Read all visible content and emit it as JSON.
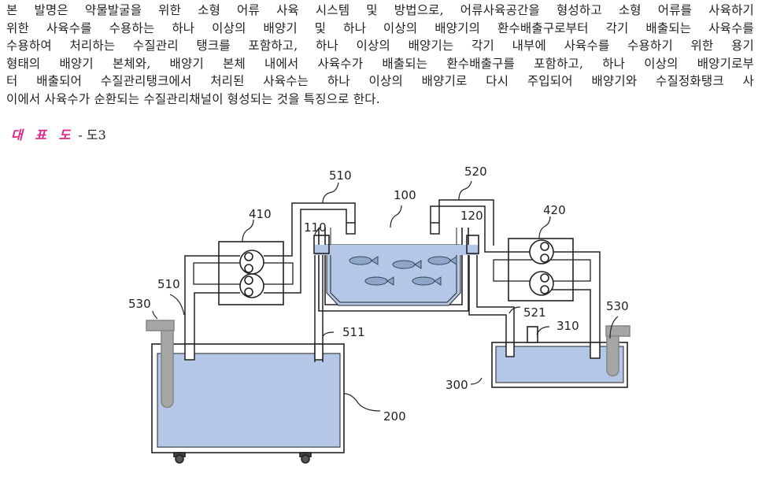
{
  "abstract_lines": [
    "본 발명은 약물발굴을 위한 소형 어류 사육 시스템 및 방법으로, 어류사육공간을 형성하고 소형 어류를 사육하기",
    "위한 사육수를 수용하는 하나 이상의 배양기 및 하나 이상의 배양기의 환수배출구로부터 각기 배출되는 사육수를",
    "수용하여 처리하는 수질관리 탱크를 포함하고, 하나 이상의 배양기는 각기 내부에 사육수를 수용하기 위한 용기",
    "형태의 배양기 본체와, 배양기 본체 내에서 사육수가 배출되는 환수배출구를 포함하고, 하나 이상의 배양기로부",
    "터 배출되어 수질관리탱크에서 처리된 사육수는 하나 이상의 배양기로 다시 주입되어 배양기와 수질정화탱크 사",
    "이에서 사육수가 순환되는 수질관리채널이 형성되는 것을 특징으로 한다."
  ],
  "representative": {
    "label": "대 표 도",
    "separator": " - ",
    "figure": "도3"
  },
  "diagram": {
    "labels": {
      "l510_top": "510",
      "l410": "410",
      "l110": "110",
      "l100": "100",
      "l520": "520",
      "l120": "120",
      "l420": "420",
      "l510_left": "510",
      "l530_left": "530",
      "l511": "511",
      "l521": "521",
      "l310": "310",
      "l530_right": "530",
      "l300": "300",
      "l200": "200"
    },
    "colors": {
      "water": "#b4c7e7",
      "accent": "#e0218a",
      "filter": "#a6a6a6"
    }
  }
}
